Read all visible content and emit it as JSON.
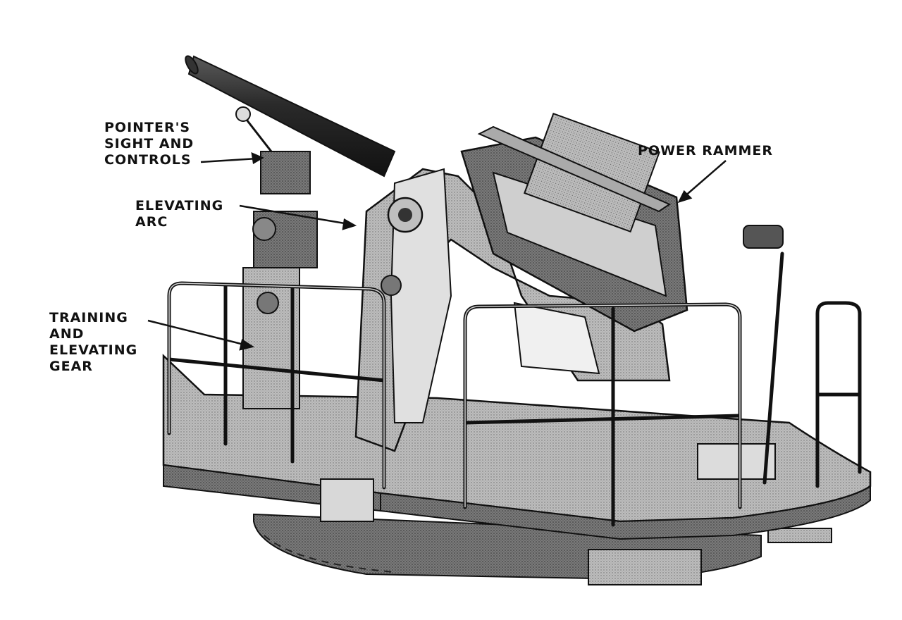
{
  "labels": {
    "pointers_sight": "POINTER'S\nSIGHT AND\nCONTROLS",
    "elevating_arc": "ELEVATING\nARC",
    "training_gear": "TRAINING\nAND\nELEVATING\nGEAR",
    "power_rammer": "POWER RAMMER"
  },
  "colors": {
    "ink": "#111111",
    "metal_light": "#cfcfcf",
    "metal_mid": "#9a9a9a",
    "metal_dark": "#4a4a4a",
    "background": "#ffffff"
  }
}
